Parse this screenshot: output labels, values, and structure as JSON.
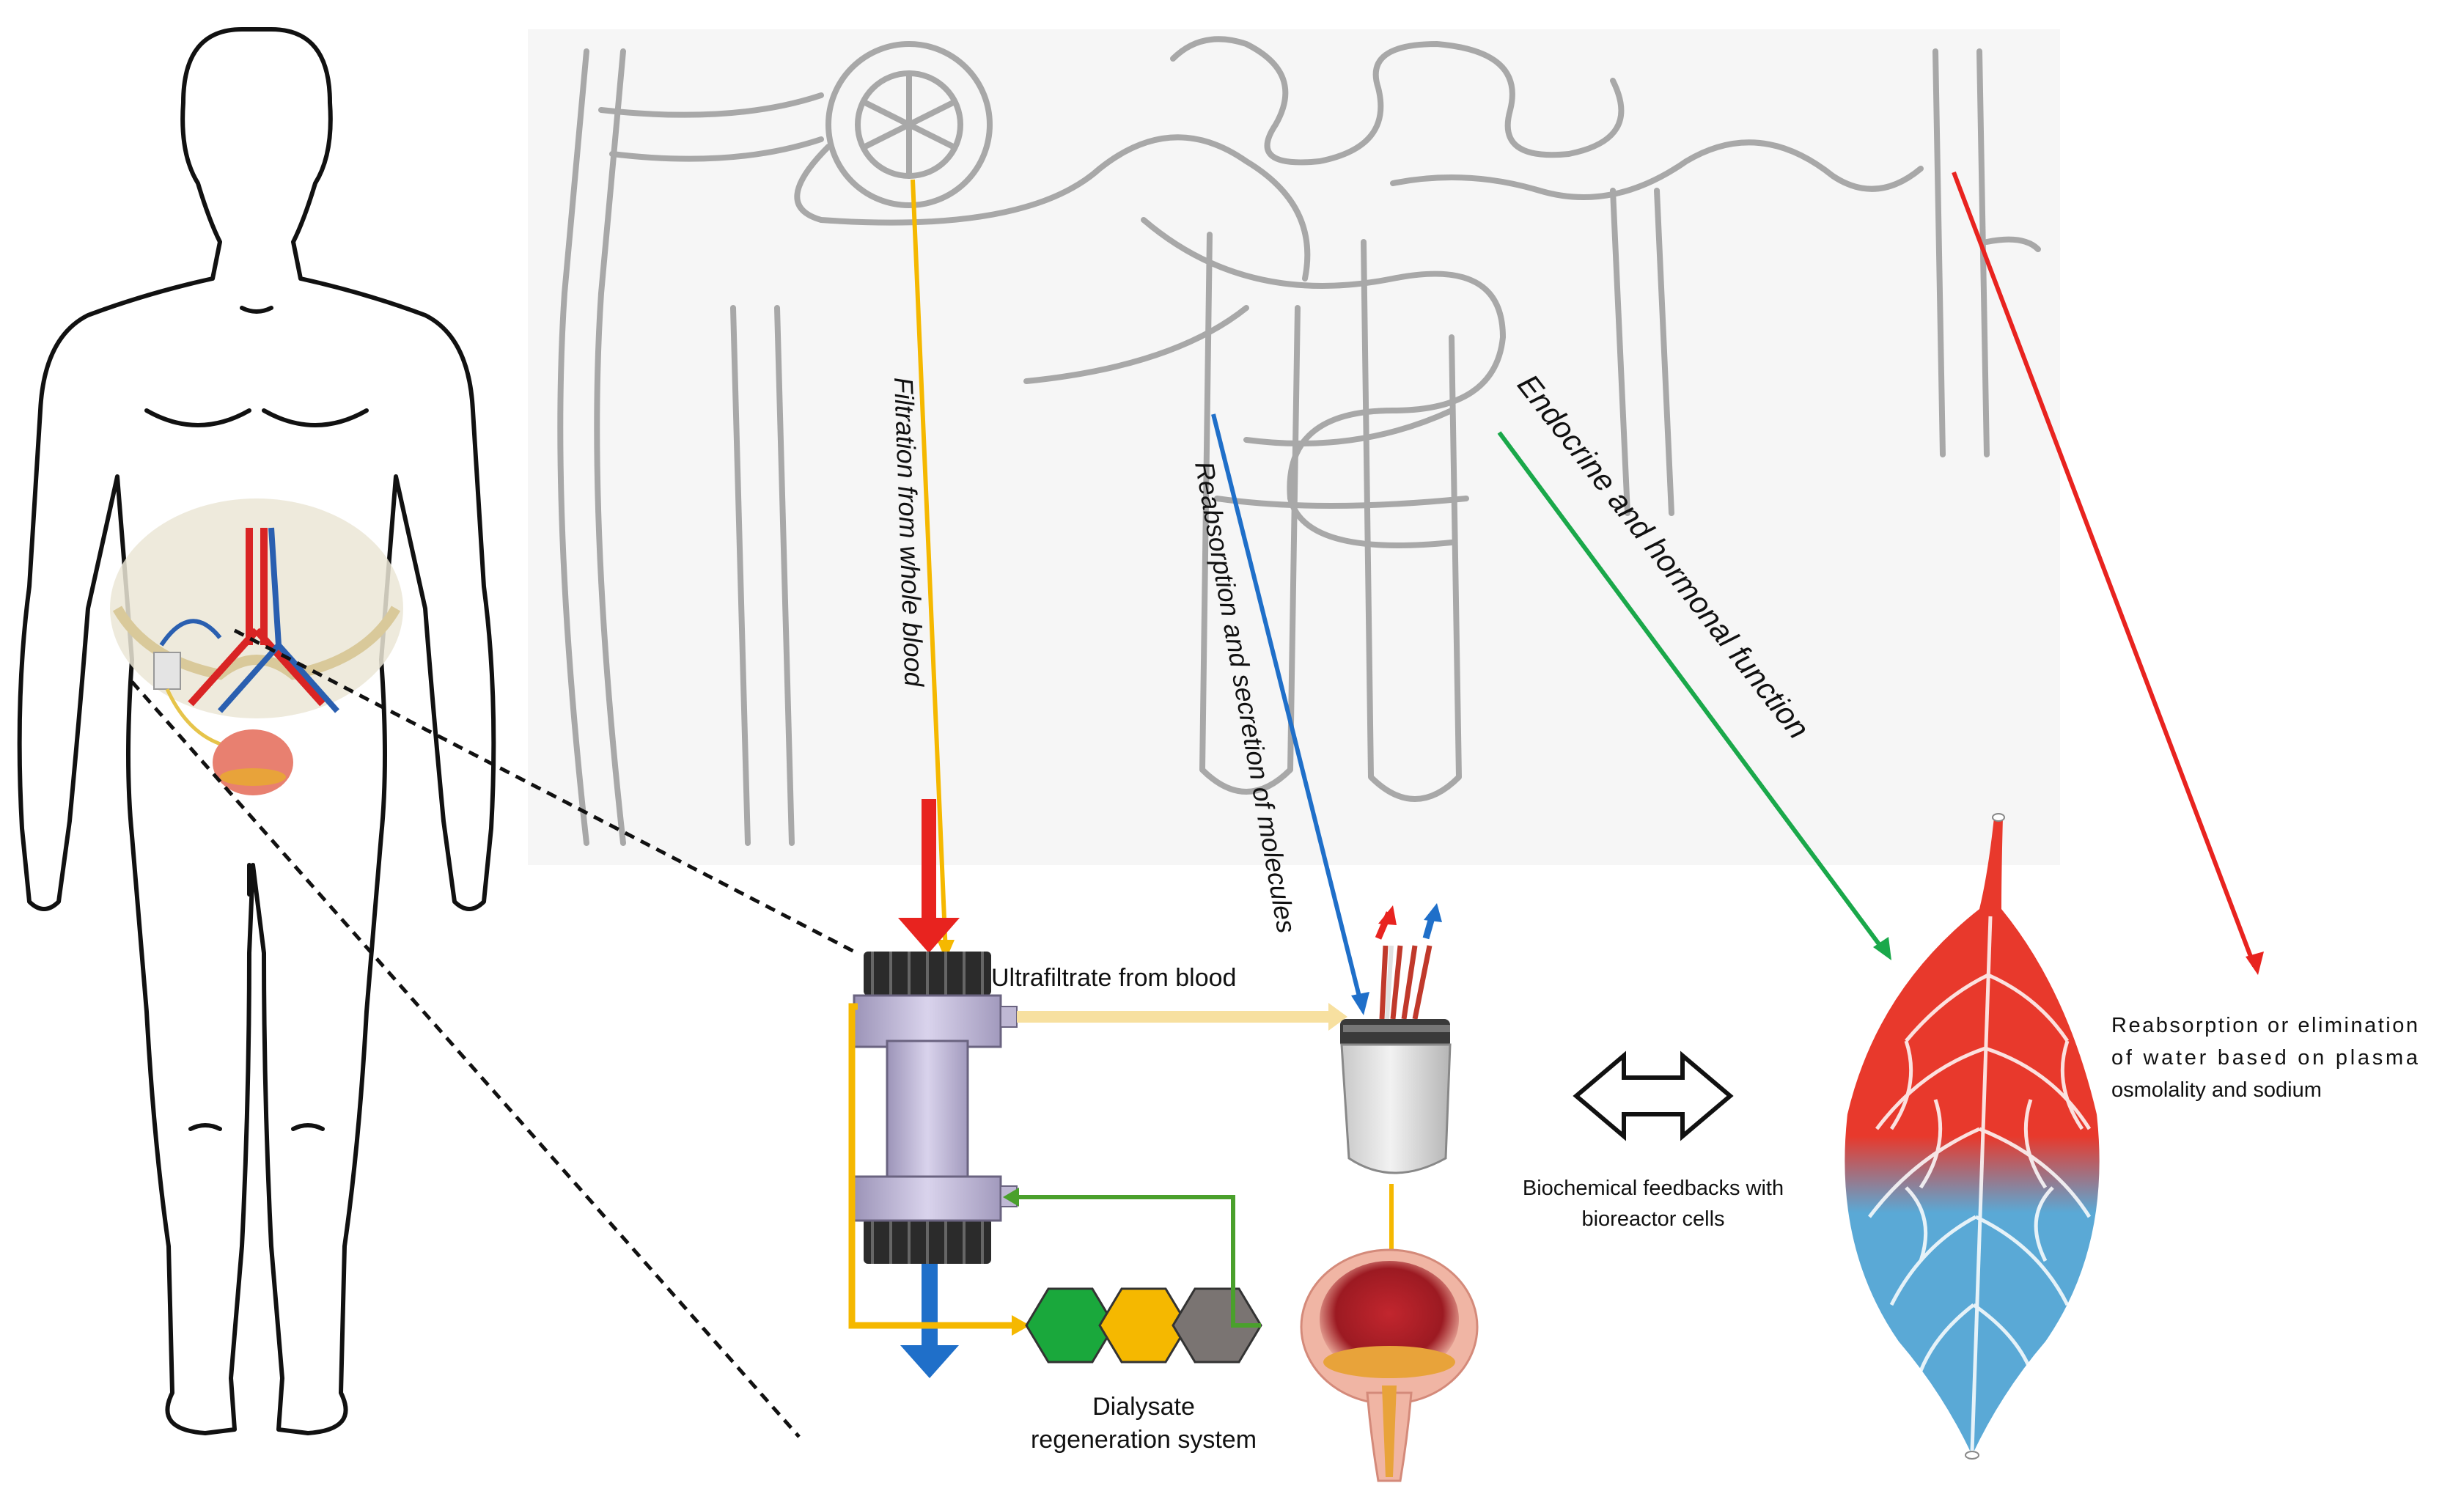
{
  "labels": {
    "filtration": "Filtration from whole blood",
    "reabsorption_secretion": "Reabsorption and secretion  of molecules",
    "endocrine": "Endocrine and hormonal function",
    "ultrafiltrate": "Ultrafiltrate from blood",
    "dialysate_line1": "Dialysate",
    "dialysate_line2": "regeneration system",
    "biochem_line1": "Biochemical feedbacks with",
    "biochem_line2": "bioreactor cells",
    "water_line1": "Reabsorption or elimination",
    "water_line2": "of water based on plasma",
    "water_line3": "osmolality and sodium"
  },
  "colors": {
    "filtration_arrow": "#f5b800",
    "reabsorption_arrow": "#1f6fc9",
    "endocrine_arrow": "#1aa84a",
    "water_arrow": "#e8231f",
    "blood_in": "#e8231f",
    "dialysate_out": "#1f6fc9",
    "ultrafiltrate_line": "#f7e0a0",
    "return_line": "#4aa02c",
    "hex_green": "#1aa83c",
    "hex_yellow": "#f5b800",
    "hex_gray": "#7a7472",
    "arterial": "#e8392c",
    "venous": "#5aa9d6"
  },
  "icons": {
    "human": "human-body-outline",
    "nephron": "nephron-diagram",
    "cartridge": "filter-cartridge",
    "bioreactor": "bioreactor-device",
    "bladder": "bladder-icon",
    "leaf": "vascular-leaf-icon",
    "exchange": "double-arrow-icon"
  }
}
